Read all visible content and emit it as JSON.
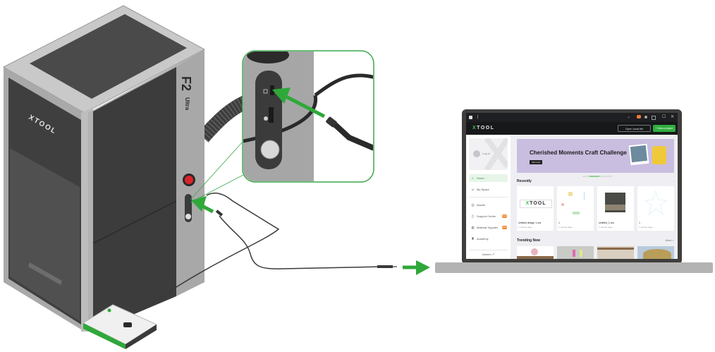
{
  "illustration": {
    "machine": {
      "brand": "XTOOL",
      "model": "F2",
      "model_suffix": "Ultra"
    },
    "arrow_color": "#2fa83a",
    "callout_border_color": "#3aa849"
  },
  "app": {
    "title_bar": {
      "tab_indicator": "|",
      "controls": {
        "minimize": "_",
        "maximize": "☐",
        "close": "✕"
      }
    },
    "header": {
      "brand_prefix": "X",
      "brand_rest": "TOOL",
      "open_local_button": "Open local file",
      "new_project_button": "+ New project"
    },
    "sidebar": {
      "login_label": "Log in",
      "items": [
        {
          "label": "Home",
          "icon": "home-icon",
          "active": true
        },
        {
          "label": "My Space",
          "icon": "user-icon",
          "active": false
        },
        {
          "label": "Assets",
          "icon": "assets-icon",
          "active": false
        },
        {
          "label": "Support Center",
          "icon": "support-icon",
          "active": false,
          "badge": "New"
        },
        {
          "label": "Material Supplier",
          "icon": "supplier-icon",
          "active": false,
          "badge": "New"
        },
        {
          "label": "Academy",
          "icon": "academy-icon",
          "active": false
        }
      ],
      "bottom_link": "Atomm ↗"
    },
    "banner": {
      "title": "Cherished Moments Craft Challenge",
      "button": "Join now",
      "color": "#c9bde0"
    },
    "recently": {
      "title": "Recently",
      "items": [
        {
          "name": "Untitled design 1.xcs",
          "sub": "1 canvas page",
          "thumb": "xtool-logo"
        },
        {
          "name": "1",
          "sub": "1 canvas page",
          "thumb": "scatter"
        },
        {
          "name": "Untitled_1.xcs",
          "sub": "1 canvas page",
          "thumb": "photo"
        },
        {
          "name": "1",
          "sub": "1 canvas page",
          "thumb": "star"
        }
      ]
    },
    "trending": {
      "title": "Trending Now",
      "more": "More >"
    }
  }
}
